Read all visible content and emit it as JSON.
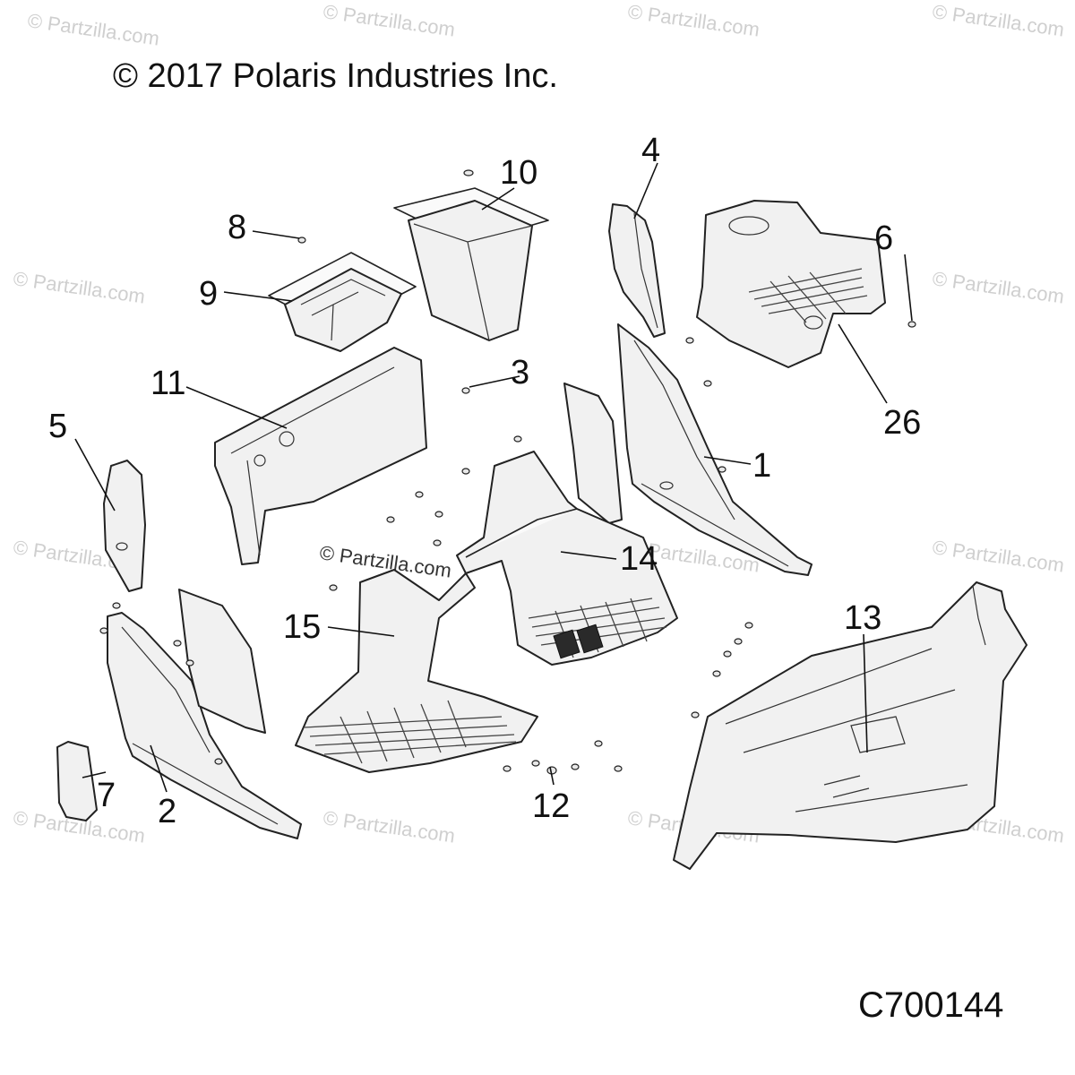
{
  "header": {
    "copyright": "© 2017 Polaris Industries Inc."
  },
  "footer": {
    "diagram_code": "C700144"
  },
  "watermark": {
    "text": "© Partzilla.com"
  },
  "callouts": {
    "p1": "1",
    "p2": "2",
    "p3": "3",
    "p4": "4",
    "p5": "5",
    "p6": "6",
    "p7": "7",
    "p8": "8",
    "p9": "9",
    "p10": "10",
    "p11": "11",
    "p12": "12",
    "p13": "13",
    "p14": "14",
    "p15": "15",
    "p26": "26"
  }
}
